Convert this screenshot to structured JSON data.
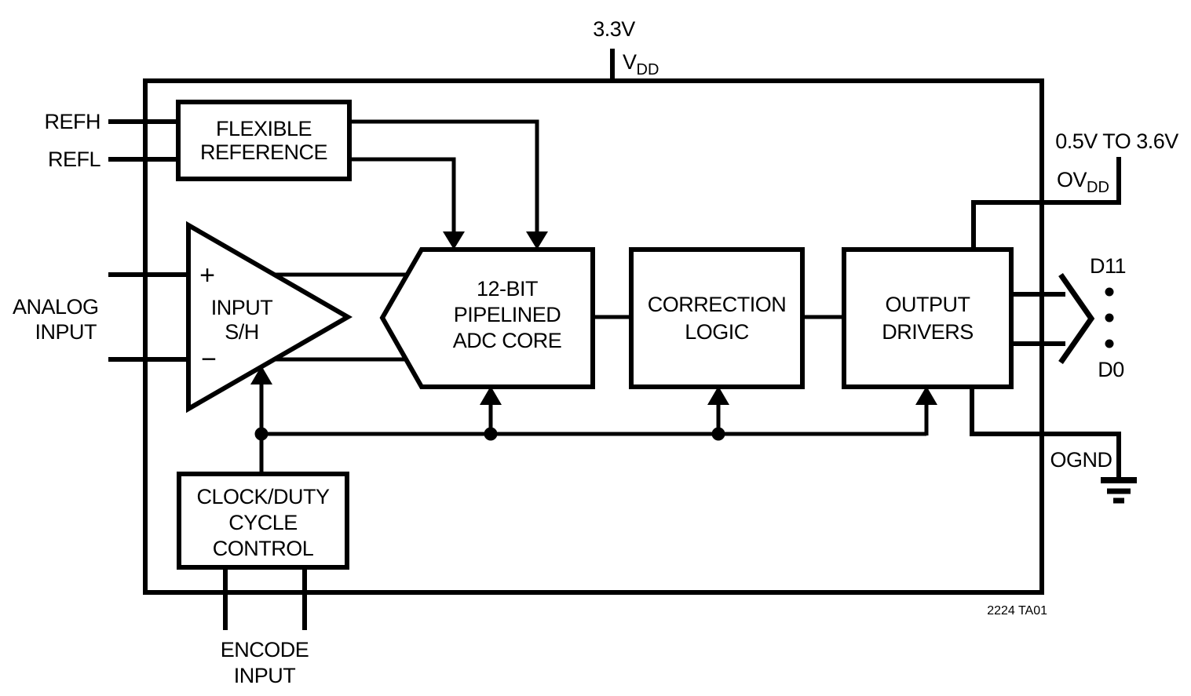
{
  "diagram": {
    "colors": {
      "line": "#000000",
      "background": "#ffffff"
    },
    "supply": {
      "voltage": "3.3V",
      "pin_base": "V",
      "pin_sub": "DD"
    },
    "output_supply": {
      "voltage_range": "0.5V TO 3.6V",
      "pin_base": "OV",
      "pin_sub": "DD",
      "ground_pin": "OGND"
    },
    "left_pins": {
      "refh": "REFH",
      "refl": "REFL",
      "analog_line1": "ANALOG",
      "analog_line2": "INPUT"
    },
    "amplifier": {
      "plus": "+",
      "minus": "−",
      "label_line1": "INPUT",
      "label_line2": "S/H"
    },
    "blocks": {
      "flexible_reference": {
        "line1": "FLEXIBLE",
        "line2": "REFERENCE"
      },
      "adc_core": {
        "line1": "12-BIT",
        "line2": "PIPELINED",
        "line3": "ADC CORE"
      },
      "correction_logic": {
        "line1": "CORRECTION",
        "line2": "LOGIC"
      },
      "output_drivers": {
        "line1": "OUTPUT",
        "line2": "DRIVERS"
      },
      "clock_control": {
        "line1": "CLOCK/DUTY",
        "line2": "CYCLE",
        "line3": "CONTROL"
      }
    },
    "bottom_pins": {
      "encode_line1": "ENCODE",
      "encode_line2": "INPUT"
    },
    "data_bus": {
      "msb": "D11",
      "lsb": "D0"
    },
    "footnote": "2224 TA01"
  }
}
